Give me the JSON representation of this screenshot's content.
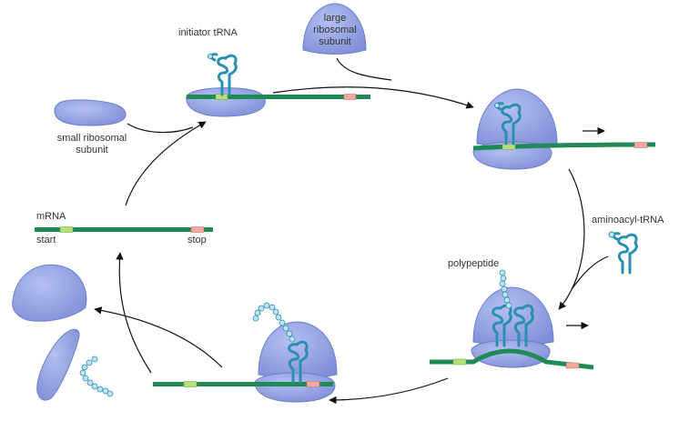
{
  "labels": {
    "initiator_trna": "initiator tRNA",
    "large_subunit": [
      "large",
      "ribosomal",
      "subunit"
    ],
    "small_subunit": [
      "small ribosomal",
      "subunit"
    ],
    "mrna": "mRNA",
    "start": "start",
    "stop": "stop",
    "aminoacyl_trna": "aminoacyl-tRNA",
    "polypeptide": "polypeptide"
  },
  "colors": {
    "ribosome_fill": "#8f9de0",
    "ribosome_edge": "#6f7fc8",
    "mrna": "#1f8a55",
    "start_codon": "#b8e07a",
    "stop_codon": "#f4a8a0",
    "trna": "#2a8fb0",
    "bead": "#bfe4f0",
    "arrow": "#111111"
  }
}
